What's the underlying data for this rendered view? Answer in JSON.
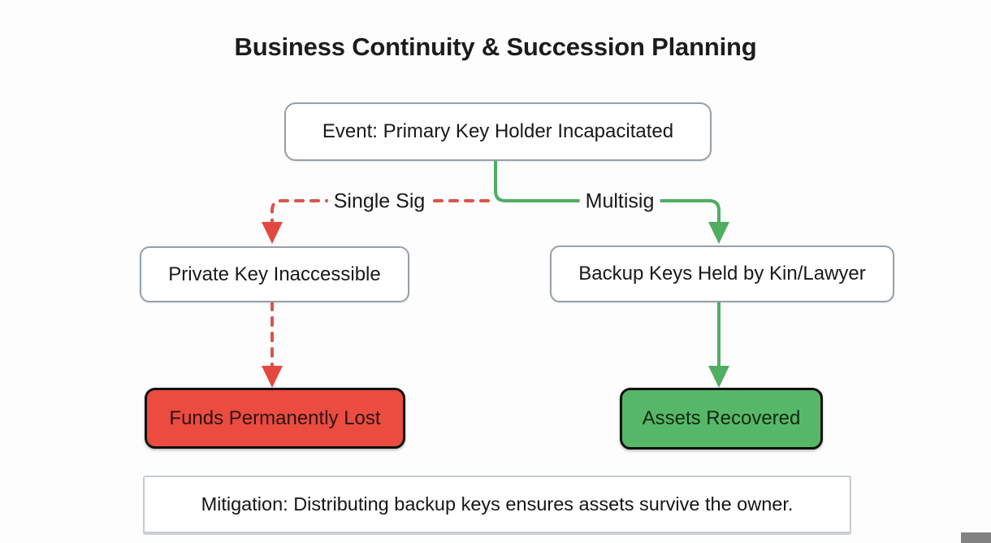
{
  "title": "Business Continuity & Succession Planning",
  "diagram": {
    "event_node": {
      "label": "Event: Primary Key Holder Incapacitated"
    },
    "branch_labels": {
      "single_sig": "Single Sig",
      "multisig": "Multisig"
    },
    "nodes": {
      "private_key": {
        "label": "Private Key Inaccessible"
      },
      "backup_keys": {
        "label": "Backup Keys Held by Kin/Lawyer"
      },
      "funds_lost": {
        "label": "Funds Permanently Lost"
      },
      "assets_recovered": {
        "label": "Assets Recovered"
      }
    },
    "mitigation": {
      "label": "Mitigation: Distributing backup keys ensures assets survive the owner."
    }
  },
  "colors": {
    "red_line": "#d9554b",
    "red_arrow": "#e3483e",
    "red_fill": "#ec4b40",
    "green_line": "#4fae61",
    "green_fill": "#57b768",
    "node_border": "#97a0a8",
    "outcome_border": "#101010",
    "corner_marker": "#828282",
    "text": "#17191b"
  }
}
